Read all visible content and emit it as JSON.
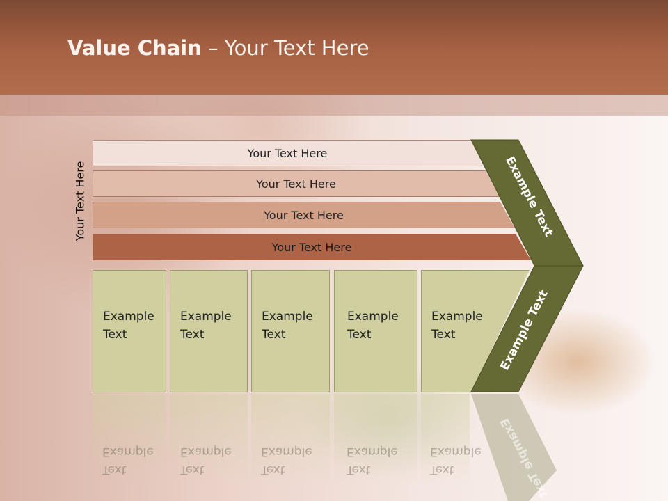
{
  "title": {
    "bold": "Value Chain",
    "rest": " – Your Text Here"
  },
  "vertical_label": "Your Text Here",
  "bars": [
    {
      "label": "Your Text Here",
      "color": "#f1e1da"
    },
    {
      "label": "Your Text Here",
      "color": "#e2bcab"
    },
    {
      "label": "Your Text Here",
      "color": "#d3a088"
    },
    {
      "label": "Your Text Here",
      "color": "#ad6345"
    }
  ],
  "boxes": [
    {
      "line1": "Example",
      "line2": "Text"
    },
    {
      "line1": "Example",
      "line2": "Text"
    },
    {
      "line1": "Example",
      "line2": "Text"
    },
    {
      "line1": "Example",
      "line2": "Text"
    },
    {
      "line1": "Example",
      "line2": "Text"
    }
  ],
  "arrow": {
    "top_label": "Example Text",
    "bottom_label": "Example Text",
    "color": "#656a34",
    "text_color": "#ffffff"
  },
  "colors": {
    "header": "#a66043",
    "box_fill": "#cfcfa0"
  }
}
